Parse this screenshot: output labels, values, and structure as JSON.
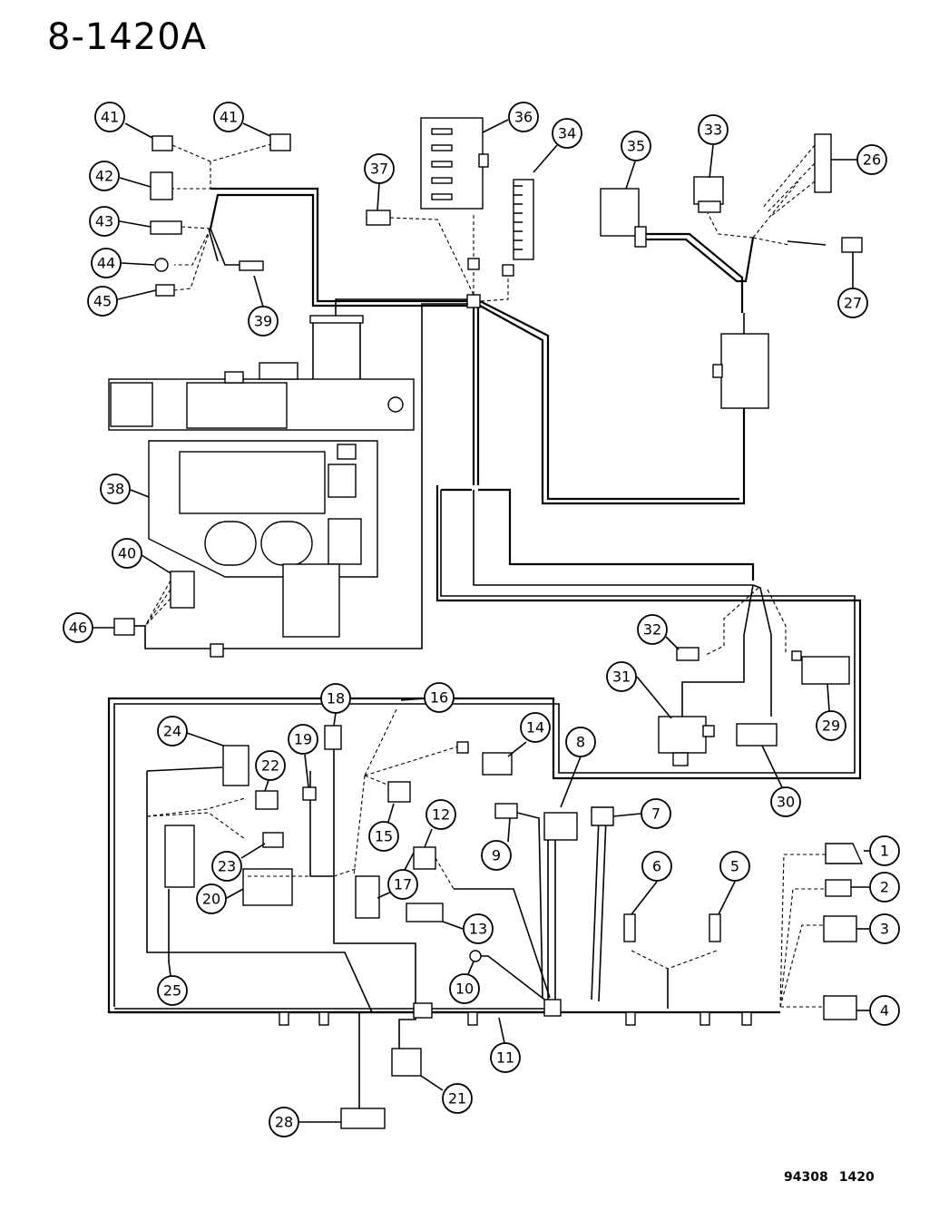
{
  "diagram": {
    "title": "8-1420A",
    "code_left": "94308",
    "code_right": "1420",
    "callouts": [
      "1",
      "2",
      "3",
      "4",
      "5",
      "6",
      "7",
      "8",
      "9",
      "10",
      "11",
      "12",
      "13",
      "14",
      "15",
      "16",
      "17",
      "18",
      "19",
      "20",
      "21",
      "22",
      "23",
      "24",
      "25",
      "26",
      "27",
      "28",
      "29",
      "30",
      "31",
      "32",
      "33",
      "34",
      "35",
      "36",
      "37",
      "38",
      "39",
      "40",
      "41",
      "41",
      "42",
      "43",
      "44",
      "45",
      "46"
    ]
  }
}
